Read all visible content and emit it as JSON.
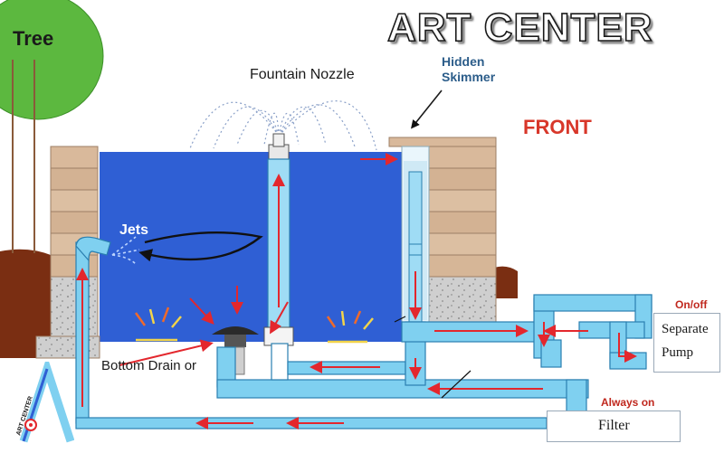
{
  "brand": {
    "title": "ART CENTER",
    "logo_text": "ART CENTER"
  },
  "labels": {
    "tree": "Tree",
    "fountain_nozzle": "Fountain Nozzle",
    "hidden_skimmer_line1": "Hidden",
    "hidden_skimmer_line2": "Skimmer",
    "front": "FRONT",
    "jets": "Jets",
    "bottom_drain": "Bottom Drain or",
    "on_off": "On/off",
    "always_on": "Always on"
  },
  "components": {
    "separate_pump_line1": "Separate",
    "separate_pump_line2": "Pump",
    "filter": "Filter"
  },
  "colors": {
    "water": "#2f5fd4",
    "pipe": "#7fd0f0",
    "pipe_edge": "#2a7fb0",
    "flow_arrow": "#e3272d",
    "brick": "#d9b99b",
    "soil": "#7a2e12",
    "tree_canopy": "#5cb83f",
    "accent_red": "#d8372a"
  }
}
